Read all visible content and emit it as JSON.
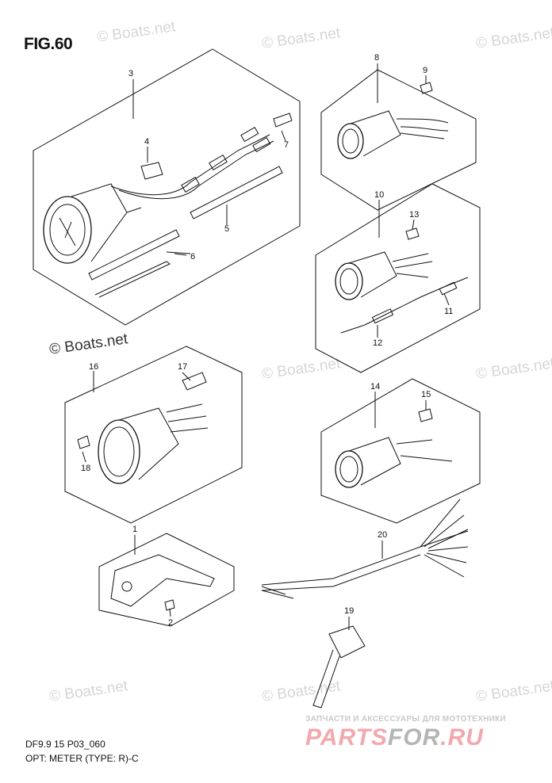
{
  "figure": {
    "title": "FIG.60"
  },
  "watermark": "© Boats.net",
  "callouts": [
    "1",
    "2",
    "3",
    "4",
    "5",
    "6",
    "7",
    "8",
    "9",
    "10",
    "11",
    "12",
    "13",
    "14",
    "15",
    "16",
    "17",
    "18",
    "19",
    "20"
  ],
  "footer": {
    "code": "DF9.9 15 P03_060",
    "caption": "OPT: METER (TYPE: R)-C"
  },
  "partner": {
    "tagline": "ЗАПЧАСТИ И АКСЕССУАРЫ ДЛЯ МОТОТЕХНИКИ",
    "brand_a": "PARTS",
    "brand_b": "FOR",
    "brand_c": ".RU"
  }
}
